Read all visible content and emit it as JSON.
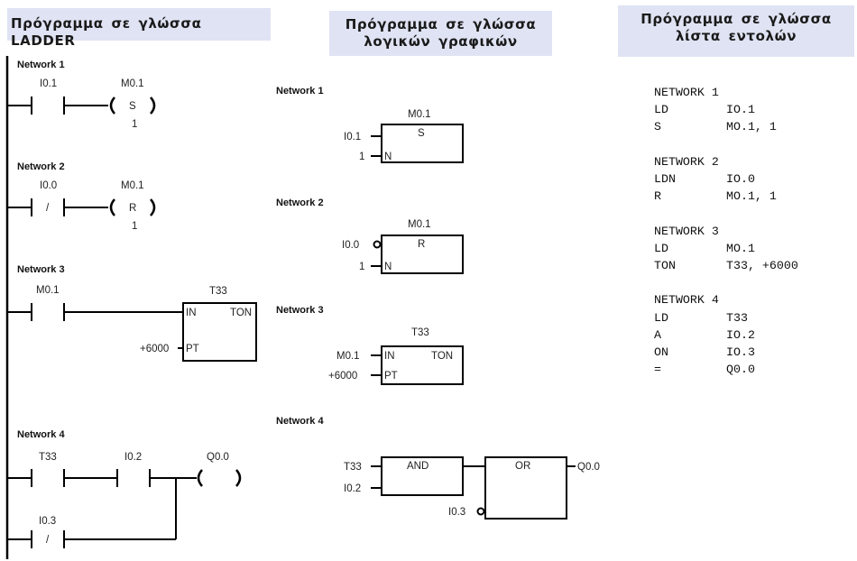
{
  "headers": {
    "ladder": "Πρόγραμμα σε γλώσσα LADDER",
    "fbd": [
      "Πρόγραμμα σε γλώσσα",
      "λογικών γραφικών"
    ],
    "stl": [
      "Πρόγραμμα σε γλώσσα",
      "λίστα εντολών"
    ]
  },
  "ladder": {
    "networks": [
      {
        "title": "Network 1",
        "contact": "I0.1",
        "coil": "M0.1",
        "coil_type": "S",
        "coil_n": "1"
      },
      {
        "title": "Network 2",
        "contact": "I0.0",
        "contact_type": "/",
        "coil": "M0.1",
        "coil_type": "R",
        "coil_n": "1"
      },
      {
        "title": "Network 3",
        "contact": "M0.1",
        "box": "T33",
        "box_in": "IN",
        "box_type": "TON",
        "box_pt": "PT",
        "pt_value": "+6000"
      },
      {
        "title": "Network 4",
        "contact1": "T33",
        "contact2": "I0.2",
        "contact3": "I0.3",
        "contact3_type": "/",
        "coil": "Q0.0"
      }
    ]
  },
  "fbd": {
    "networks": [
      {
        "title": "Network 1",
        "box_label": "M0.1",
        "box_type": "S",
        "in1": "I0.1",
        "in2": "1",
        "pin2": "N"
      },
      {
        "title": "Network 2",
        "box_label": "M0.1",
        "box_type": "R",
        "in1": "I0.0",
        "in2": "1",
        "pin2": "N"
      },
      {
        "title": "Network 3",
        "box_label": "T33",
        "box_type": "TON",
        "pin1": "IN",
        "pin2": "PT",
        "in1": "M0.1",
        "in2": "+6000"
      },
      {
        "title": "Network 4",
        "and_label": "AND",
        "or_label": "OR",
        "in1": "T33",
        "in2": "I0.2",
        "in3": "I0.3",
        "out": "Q0.0"
      }
    ]
  },
  "stl": [
    {
      "title": "NETWORK 1",
      "lines": [
        [
          "LD",
          "IO.1"
        ],
        [
          "S",
          "MO.1, 1"
        ]
      ]
    },
    {
      "title": "NETWORK 2",
      "lines": [
        [
          "LDN",
          "IO.0"
        ],
        [
          "R",
          "MO.1, 1"
        ]
      ]
    },
    {
      "title": "NETWORK 3",
      "lines": [
        [
          "LD",
          "MO.1"
        ],
        [
          "TON",
          "T33, +6000"
        ]
      ]
    },
    {
      "title": "NETWORK 4",
      "lines": [
        [
          "LD",
          "T33"
        ],
        [
          "A",
          "IO.2"
        ],
        [
          "ON",
          "IO.3"
        ],
        [
          "=",
          "Q0.0"
        ]
      ]
    }
  ]
}
